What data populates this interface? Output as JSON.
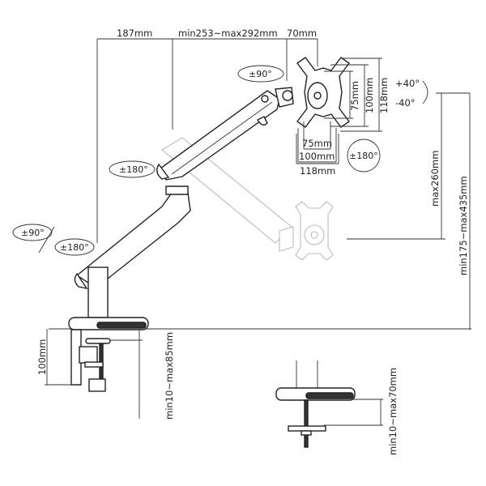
{
  "top_dimensions": {
    "left": "187mm",
    "middle": "min253~max292mm",
    "right": "70mm"
  },
  "vesa": {
    "vertical": [
      "75mm",
      "100mm",
      "118mm"
    ],
    "horizontal": [
      "75mm",
      "100mm",
      "118mm"
    ]
  },
  "tilt": {
    "up": "+40°",
    "down": "-40°"
  },
  "rotations": {
    "head_swivel": "±90°",
    "plate_rotation": "±180°",
    "elbow": "±180°",
    "base_tilt": "±90°",
    "base_swivel": "±180°"
  },
  "heights": {
    "max": "max260mm",
    "range": "min175~max435mm"
  },
  "clamp": {
    "height": "100mm",
    "desk_thickness": "min10~max85mm"
  },
  "grommet": {
    "desk_thickness": "min10~max70mm"
  }
}
